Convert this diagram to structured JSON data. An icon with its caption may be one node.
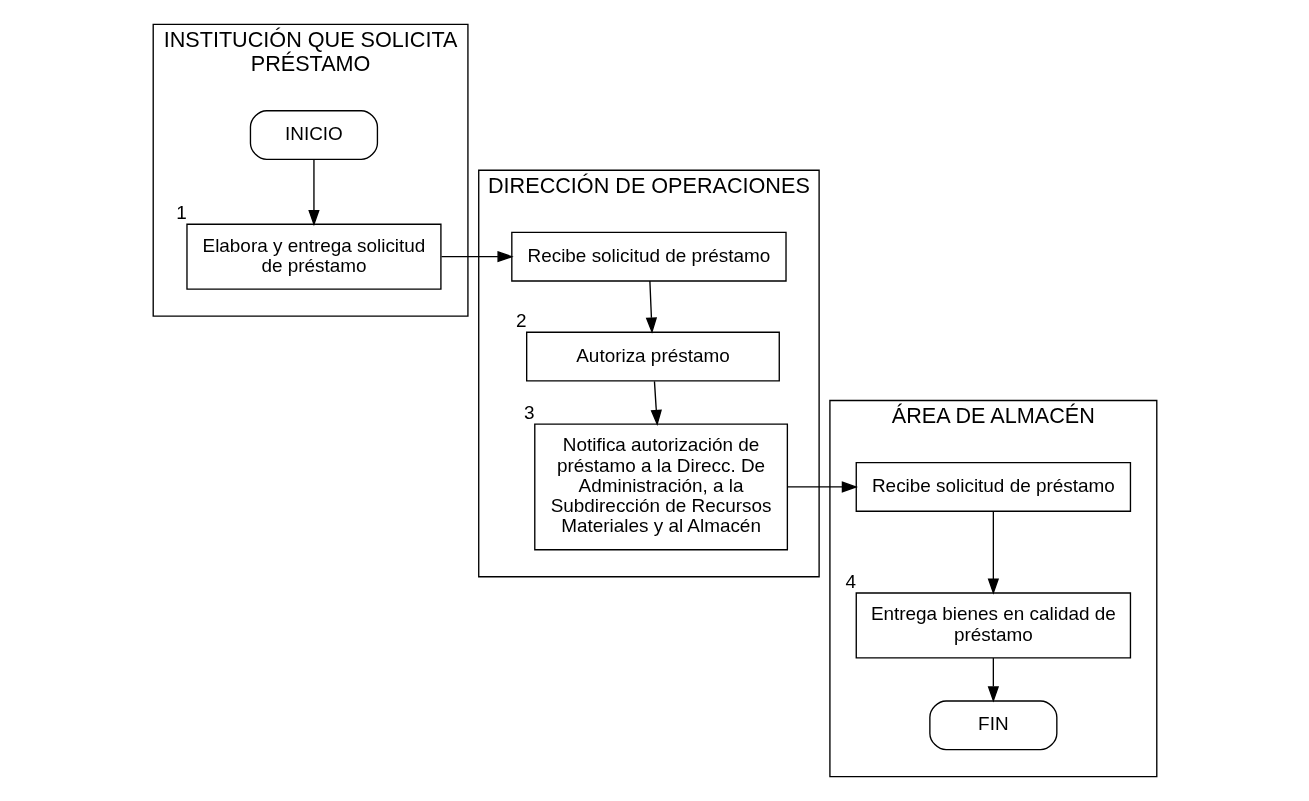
{
  "diagram": {
    "nodes": [
      {
        "text": [
          "INSTITUCIÓN QUE SOLICITA PRÉSTAMO"
        ]
      },
      {
        "text": [
          "DIRECCIÓN DE OPERACIONES"
        ]
      },
      {
        "text": [
          "ÁREA DE ALMACÉN"
        ]
      },
      {
        "text": [
          "INICIO"
        ],
        "in": 0
      },
      {
        "text": [
          "Elabora y entrega solicitud de préstamo"
        ],
        "in": 0,
        "beside": [
          "1"
        ]
      },
      {
        "text": [
          "Recibe solicitud de préstamo"
        ],
        "in": 1
      },
      {
        "text": [
          "Autoriza préstamo"
        ],
        "in": 1,
        "beside": [
          "2"
        ]
      },
      {
        "text": [
          "Notifica autorización de préstamo a la Direcc. De Administración, a la Subdirección de Recursos Materiales y al Almacén"
        ],
        "in": 1,
        "beside": [
          "3"
        ]
      },
      {
        "text": [
          "Recibe solicitud de préstamo"
        ],
        "in": 2
      },
      {
        "text": [
          "Entrega bienes en calidad de préstamo"
        ],
        "in": 2,
        "beside": [
          "4"
        ]
      },
      {
        "text": [
          "FIN"
        ],
        "in": 2
      }
    ],
    "edges": [
      {
        "from": 3,
        "to": 4,
        "arrow": "to"
      },
      {
        "from": 4,
        "to": 5,
        "arrow": "to"
      },
      {
        "from": 5,
        "to": 6,
        "arrow": "to"
      },
      {
        "from": 6,
        "to": 7,
        "arrow": "to"
      },
      {
        "from": 7,
        "to": 8,
        "arrow": "to"
      },
      {
        "from": 8,
        "to": 9,
        "arrow": "to"
      },
      {
        "from": 9,
        "to": 10,
        "arrow": "to"
      }
    ]
  }
}
